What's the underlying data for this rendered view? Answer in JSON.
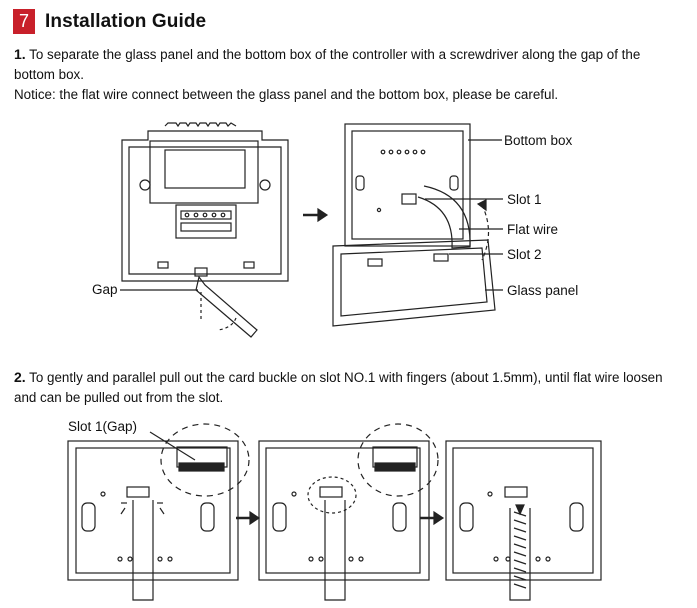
{
  "header": {
    "step_number": "7",
    "title": "Installation Guide",
    "badge_color": "#c8202a"
  },
  "step1": {
    "number": "1.",
    "text": "To separate the glass panel and the bottom box of the controller with a screwdriver along the gap of the bottom box.",
    "notice": "Notice: the flat wire connect between the glass panel and the bottom box, please be careful."
  },
  "figure1": {
    "labels": {
      "gap": "Gap",
      "bottom_box": "Bottom box",
      "slot1": "Slot 1",
      "flat_wire": "Flat wire",
      "slot2": "Slot 2",
      "glass_panel": "Glass panel"
    }
  },
  "step2": {
    "number": "2.",
    "text": "To gently and parallel pull out the card buckle on slot NO.1 with fingers (about 1.5mm), until flat wire loosen and can be pulled out from the slot."
  },
  "figure2": {
    "labels": {
      "slot1_gap": "Slot 1(Gap)"
    }
  }
}
